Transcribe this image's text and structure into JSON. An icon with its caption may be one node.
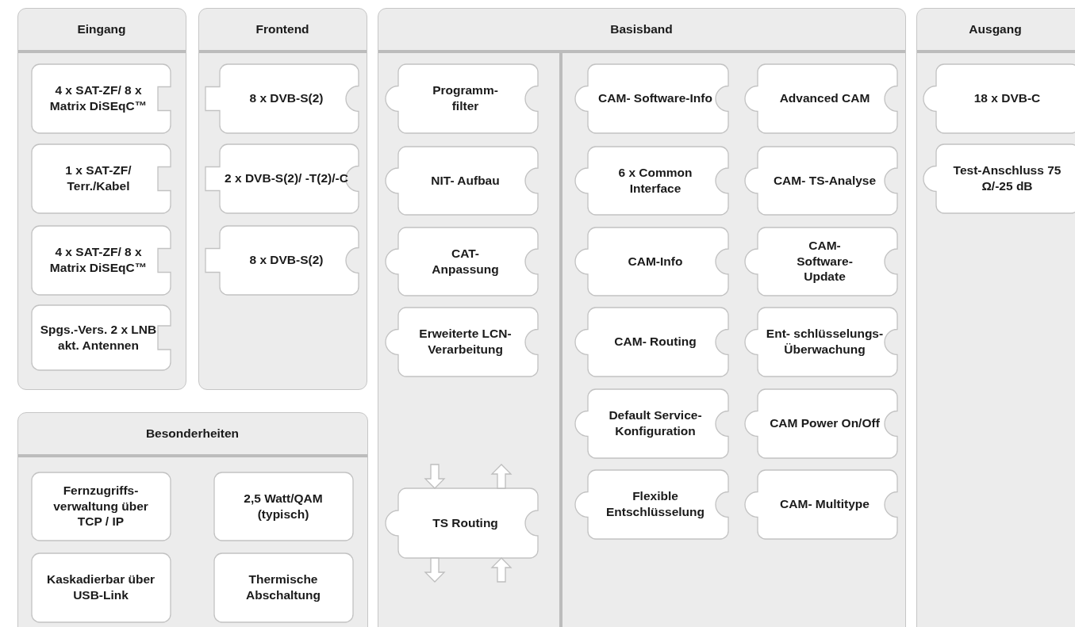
{
  "diagram": {
    "nodes": [
      {
        "text": [
          "Eingang"
        ]
      },
      {
        "text": [
          "4 x SAT-ZF/ 8 x Matrix DiSEqC™"
        ],
        "in": 0
      },
      {
        "text": [
          "1 x SAT-ZF/ Terr./Kabel"
        ],
        "in": 0
      },
      {
        "text": [
          "4 x SAT-ZF/ 8 x Matrix DiSEqC™"
        ],
        "in": 0
      },
      {
        "text": [
          "Spgs.-Vers. 2 x LNB akt. Antennen"
        ],
        "in": 0
      },
      {
        "text": [
          "Frontend"
        ]
      },
      {
        "text": [
          "8 x DVB-S(2)"
        ],
        "in": 5
      },
      {
        "text": [
          "2 x DVB-S(2)/ -T(2)/-C"
        ],
        "in": 5
      },
      {
        "text": [
          "8 x DVB-S(2)"
        ],
        "in": 5
      },
      {
        "text": [
          "Basisband"
        ]
      },
      {
        "text": [
          "Programm- filter"
        ],
        "in": 9
      },
      {
        "text": [
          "NIT- Aufbau"
        ],
        "in": 9
      },
      {
        "text": [
          "CAT- Anpassung"
        ],
        "in": 9
      },
      {
        "text": [
          "Erweiterte LCN- Verarbeitung"
        ],
        "in": 9
      },
      {
        "text": [
          "TS Routing"
        ],
        "in": 9
      },
      {
        "text": [
          "CAM- Software-Info"
        ],
        "in": 9
      },
      {
        "text": [
          "Advanced CAM"
        ],
        "in": 9
      },
      {
        "text": [
          "6 x Common Interface"
        ],
        "in": 9
      },
      {
        "text": [
          "CAM- TS-Analyse"
        ],
        "in": 9
      },
      {
        "text": [
          "CAM-Info"
        ],
        "in": 9
      },
      {
        "text": [
          "CAM- Software- Update"
        ],
        "in": 9
      },
      {
        "text": [
          "CAM- Routing"
        ],
        "in": 9
      },
      {
        "text": [
          "Ent- schlüsselungs- Überwachung"
        ],
        "in": 9
      },
      {
        "text": [
          "Default Service- Konfiguration"
        ],
        "in": 9
      },
      {
        "text": [
          "CAM Power On/Off"
        ],
        "in": 9
      },
      {
        "text": [
          "Flexible Entschlüsselung"
        ],
        "in": 9
      },
      {
        "text": [
          "CAM- Multitype"
        ],
        "in": 9
      },
      {
        "text": [
          "Ausgang"
        ]
      },
      {
        "text": [
          "18 x DVB-C"
        ],
        "in": 27
      },
      {
        "text": [
          "Test-Anschluss 75 Ω/-25 dB"
        ],
        "in": 27
      },
      {
        "text": [
          "Besonderheiten"
        ]
      },
      {
        "text": [
          "Fernzugriffs- verwaltung über TCP / IP"
        ],
        "in": 30
      },
      {
        "text": [
          "2,5 Watt/QAM (typisch)"
        ],
        "in": 30
      },
      {
        "text": [
          "Kaskadierbar über USB-Link"
        ],
        "in": 30
      },
      {
        "text": [
          "Thermische Abschaltung"
        ],
        "in": 30
      }
    ],
    "edges": [
      {
        "from": null,
        "to": 14,
        "arrow": "to"
      },
      {
        "from": 14,
        "to": null,
        "arrow": "to"
      },
      {
        "from": 14,
        "to": null,
        "arrow": "to"
      },
      {
        "from": null,
        "to": 14,
        "arrow": "to"
      }
    ]
  }
}
